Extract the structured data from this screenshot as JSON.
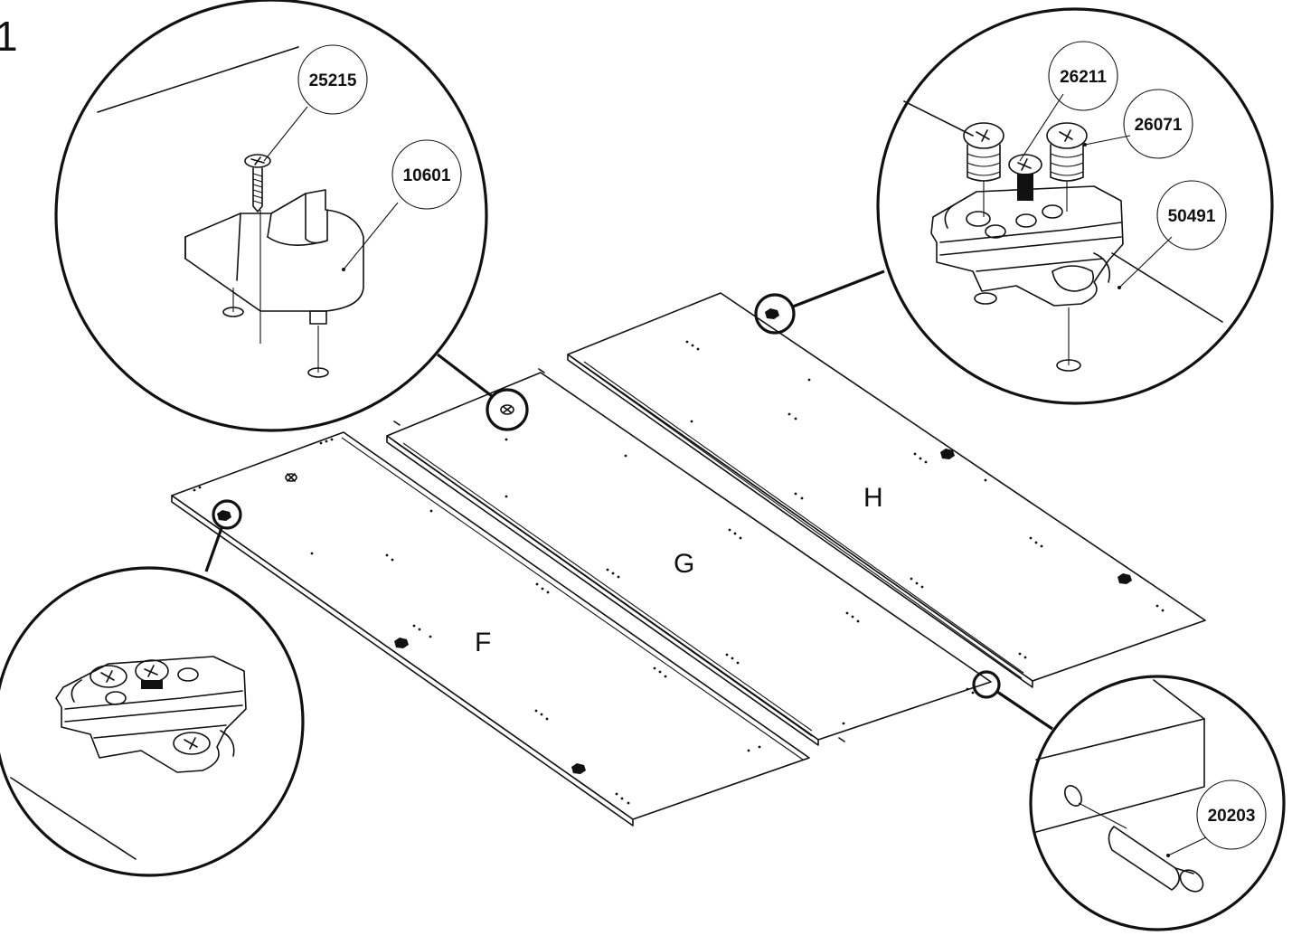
{
  "step": "1",
  "panels": [
    {
      "id": "panel-f",
      "letter": "F"
    },
    {
      "id": "panel-g",
      "letter": "G"
    },
    {
      "id": "panel-h",
      "letter": "H"
    }
  ],
  "callouts": {
    "top_left": {
      "parts": [
        "25215",
        "10601"
      ]
    },
    "top_right": {
      "parts": [
        "26211",
        "26071",
        "50491"
      ]
    },
    "bottom_left": {
      "parts": []
    },
    "bottom_right": {
      "parts": [
        "20203"
      ]
    }
  }
}
